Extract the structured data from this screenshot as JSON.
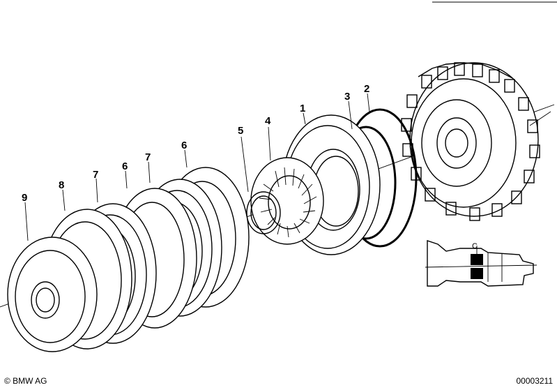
{
  "callouts": {
    "c1": "1",
    "c2": "2",
    "c3": "3",
    "c4": "4",
    "c5": "5",
    "c6a": "6",
    "c6b": "6",
    "c7a": "7",
    "c7b": "7",
    "c8": "8",
    "c9": "9"
  },
  "inset": {
    "label": "C"
  },
  "footer": {
    "copyright": "© BMW AG",
    "doc_number": "00003211"
  },
  "colors": {
    "line": "#000000",
    "background": "#ffffff"
  }
}
